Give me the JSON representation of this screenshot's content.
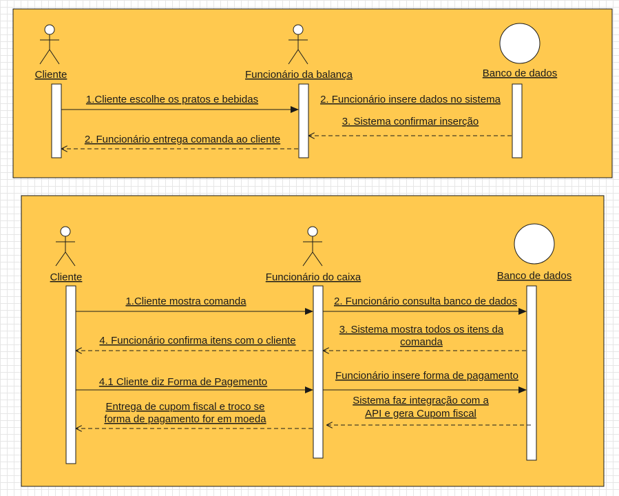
{
  "colors": {
    "frame": "#ffc94f",
    "line": "#1a1a1a",
    "lifeline": "#ffffff"
  },
  "diagram1": {
    "actors": {
      "cliente": "Cliente",
      "funcionario": "Funcionário da balança",
      "banco": "Banco de dados"
    },
    "messages": {
      "m1": "1.Cliente escolhe os pratos e bebidas",
      "m2": "2. Funcionário insere dados no sistema",
      "m3": "3. Sistema confirmar inserção",
      "m4": "2. Funcionário entrega comanda ao cliente"
    }
  },
  "diagram2": {
    "actors": {
      "cliente": "Cliente",
      "funcionario": "Funcionário do caixa",
      "banco": "Banco de dados"
    },
    "messages": {
      "m1": "1.Cliente mostra comanda",
      "m2": "2. Funcionário consulta banco de dados",
      "m3_line1": "3. Sistema mostra todos os itens da",
      "m3_line2": "comanda",
      "m4": "4. Funcionário confirma itens com o cliente",
      "m5": "4.1 Cliente diz Forma de Pagemento",
      "m6": "Funcionário insere forma de pagamento",
      "m7_line1": "Sistema faz integração com a",
      "m7_line2": "API e gera Cupom fiscal",
      "m8_line1": "Entrega de cupom fiscal e troco se",
      "m8_line2": "forma de pagamento for em moeda"
    }
  }
}
